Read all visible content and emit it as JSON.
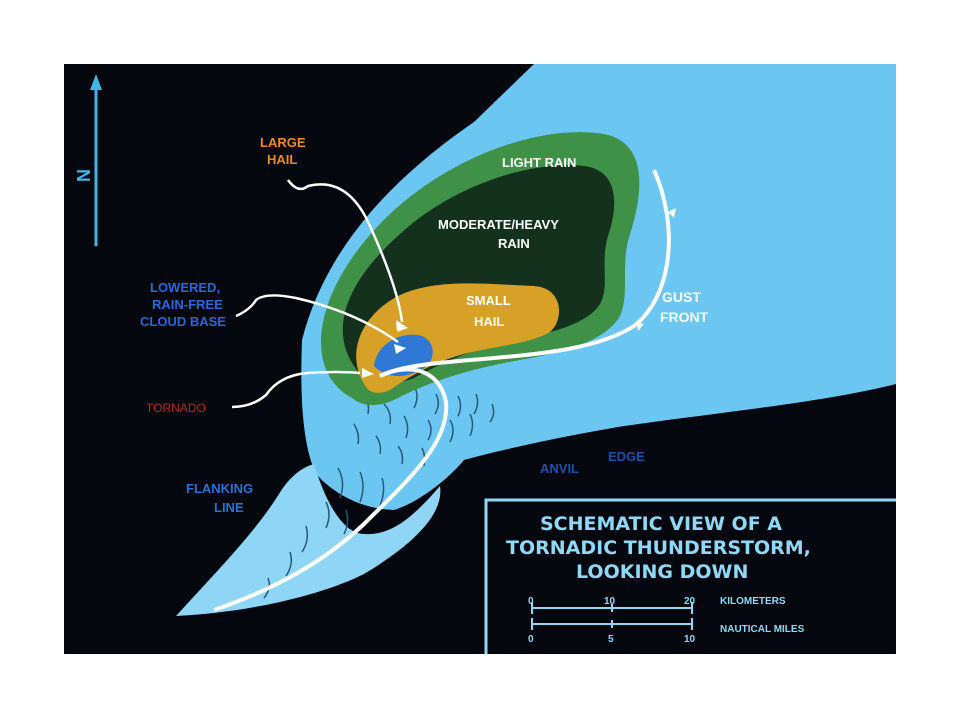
{
  "colors": {
    "background": "#04070d",
    "anvil": "#6cc6f2",
    "anvil_light": "#8fd5f5",
    "light_rain": "#3e9146",
    "heavy_rain": "#13311c",
    "small_hail": "#d6a126",
    "cloud_base": "#2f78d6",
    "arrow": "#ffffff",
    "label_large_hail": "#f08a1e",
    "label_cloud_base": "#2a67d8",
    "label_tornado": "#b22a1e",
    "label_white": "#ffffff",
    "label_blue": "#2a72d2",
    "north": "#3fb7e6",
    "legend_text": "#8fd9f7"
  },
  "icons": {
    "north_arrow": "north-arrow-icon"
  },
  "compass": {
    "letter": "N"
  },
  "labels": {
    "large_hail_1": "LARGE",
    "large_hail_2": "HAIL",
    "light_rain": "LIGHT RAIN",
    "moderate_heavy_1": "MODERATE/HEAVY",
    "moderate_heavy_2": "RAIN",
    "small_hail_1": "SMALL",
    "small_hail_2": "HAIL",
    "lowered_1": "LOWERED,",
    "lowered_2": "RAIN-FREE",
    "lowered_3": "CLOUD BASE",
    "tornado": "TORNADO",
    "gust_1": "GUST",
    "gust_2": "FRONT",
    "flanking_1": "FLANKING",
    "flanking_2": "LINE",
    "anvil": "ANVIL",
    "edge": "EDGE"
  },
  "legend": {
    "title_1": "SCHEMATIC VIEW OF A",
    "title_2": "TORNADIC THUNDERSTORM,",
    "title_3": "LOOKING DOWN",
    "scale_km": {
      "ticks": [
        "0",
        "10",
        "20"
      ],
      "unit": "KILOMETERS"
    },
    "scale_nm": {
      "ticks": [
        "0",
        "5",
        "10"
      ],
      "unit": "NAUTICAL MILES"
    }
  }
}
